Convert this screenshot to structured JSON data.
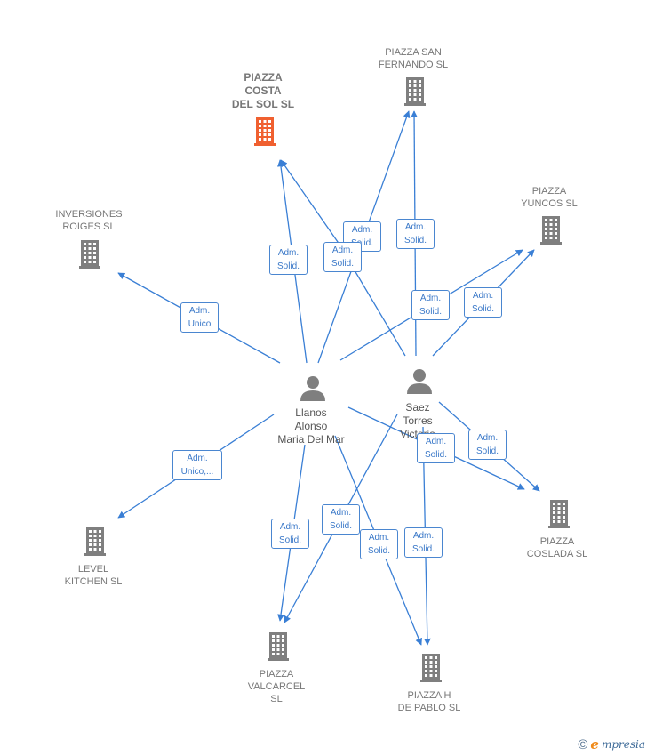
{
  "colors": {
    "edge": "#3a7fd5",
    "badge_border": "#4a86d0",
    "company_icon": "#7f7f7f",
    "company_icon_highlight": "#f06030",
    "person_icon": "#7f7f7f"
  },
  "companies": [
    {
      "id": "costa",
      "label": "PIAZZA\nCOSTA\nDEL SOL  SL",
      "highlight": true
    },
    {
      "id": "sanfernando",
      "label": "PIAZZA SAN\nFERNANDO  SL",
      "highlight": false
    },
    {
      "id": "yuncos",
      "label": "PIAZZA\nYUNCOS  SL",
      "highlight": false
    },
    {
      "id": "inversiones",
      "label": "INVERSIONES\nROIGES SL",
      "highlight": false
    },
    {
      "id": "level",
      "label": "LEVEL\nKITCHEN SL",
      "highlight": false
    },
    {
      "id": "coslada",
      "label": "PIAZZA\nCOSLADA  SL",
      "highlight": false
    },
    {
      "id": "valcarcel",
      "label": "PIAZZA\nVALCARCEL\nSL",
      "highlight": false
    },
    {
      "id": "hdepablo",
      "label": "PIAZZA H\nDE PABLO  SL",
      "highlight": false
    }
  ],
  "persons": [
    {
      "id": "llanos",
      "label": "Llanos\nAlonso\nMaria Del Mar"
    },
    {
      "id": "saez",
      "label": "Saez\nTorres\nVictoria"
    }
  ],
  "relations": [
    {
      "from": "llanos",
      "to": "costa",
      "role": "Adm.\nSolid."
    },
    {
      "from": "llanos",
      "to": "sanfernando",
      "role": "Adm.\nSolid."
    },
    {
      "from": "llanos",
      "to": "yuncos",
      "role": "Adm.\nSolid."
    },
    {
      "from": "llanos",
      "to": "inversiones",
      "role": "Adm.\nUnico"
    },
    {
      "from": "llanos",
      "to": "level",
      "role": "Adm.\nUnico,..."
    },
    {
      "from": "llanos",
      "to": "coslada",
      "role": "Adm.\nSolid."
    },
    {
      "from": "llanos",
      "to": "valcarcel",
      "role": "Adm.\nSolid."
    },
    {
      "from": "llanos",
      "to": "hdepablo",
      "role": "Adm.\nSolid."
    },
    {
      "from": "saez",
      "to": "costa",
      "role": "Adm.\nSolid."
    },
    {
      "from": "saez",
      "to": "sanfernando",
      "role": "Adm.\nSolid."
    },
    {
      "from": "saez",
      "to": "yuncos",
      "role": "Adm.\nSolid."
    },
    {
      "from": "saez",
      "to": "coslada",
      "role": "Adm.\nSolid."
    },
    {
      "from": "saez",
      "to": "valcarcel",
      "role": "Adm.\nSolid."
    },
    {
      "from": "saez",
      "to": "hdepablo",
      "role": "Adm.\nSolid."
    }
  ],
  "footer": {
    "copyright": "©",
    "brand_initial": "e",
    "brand_rest": "mpresia"
  }
}
